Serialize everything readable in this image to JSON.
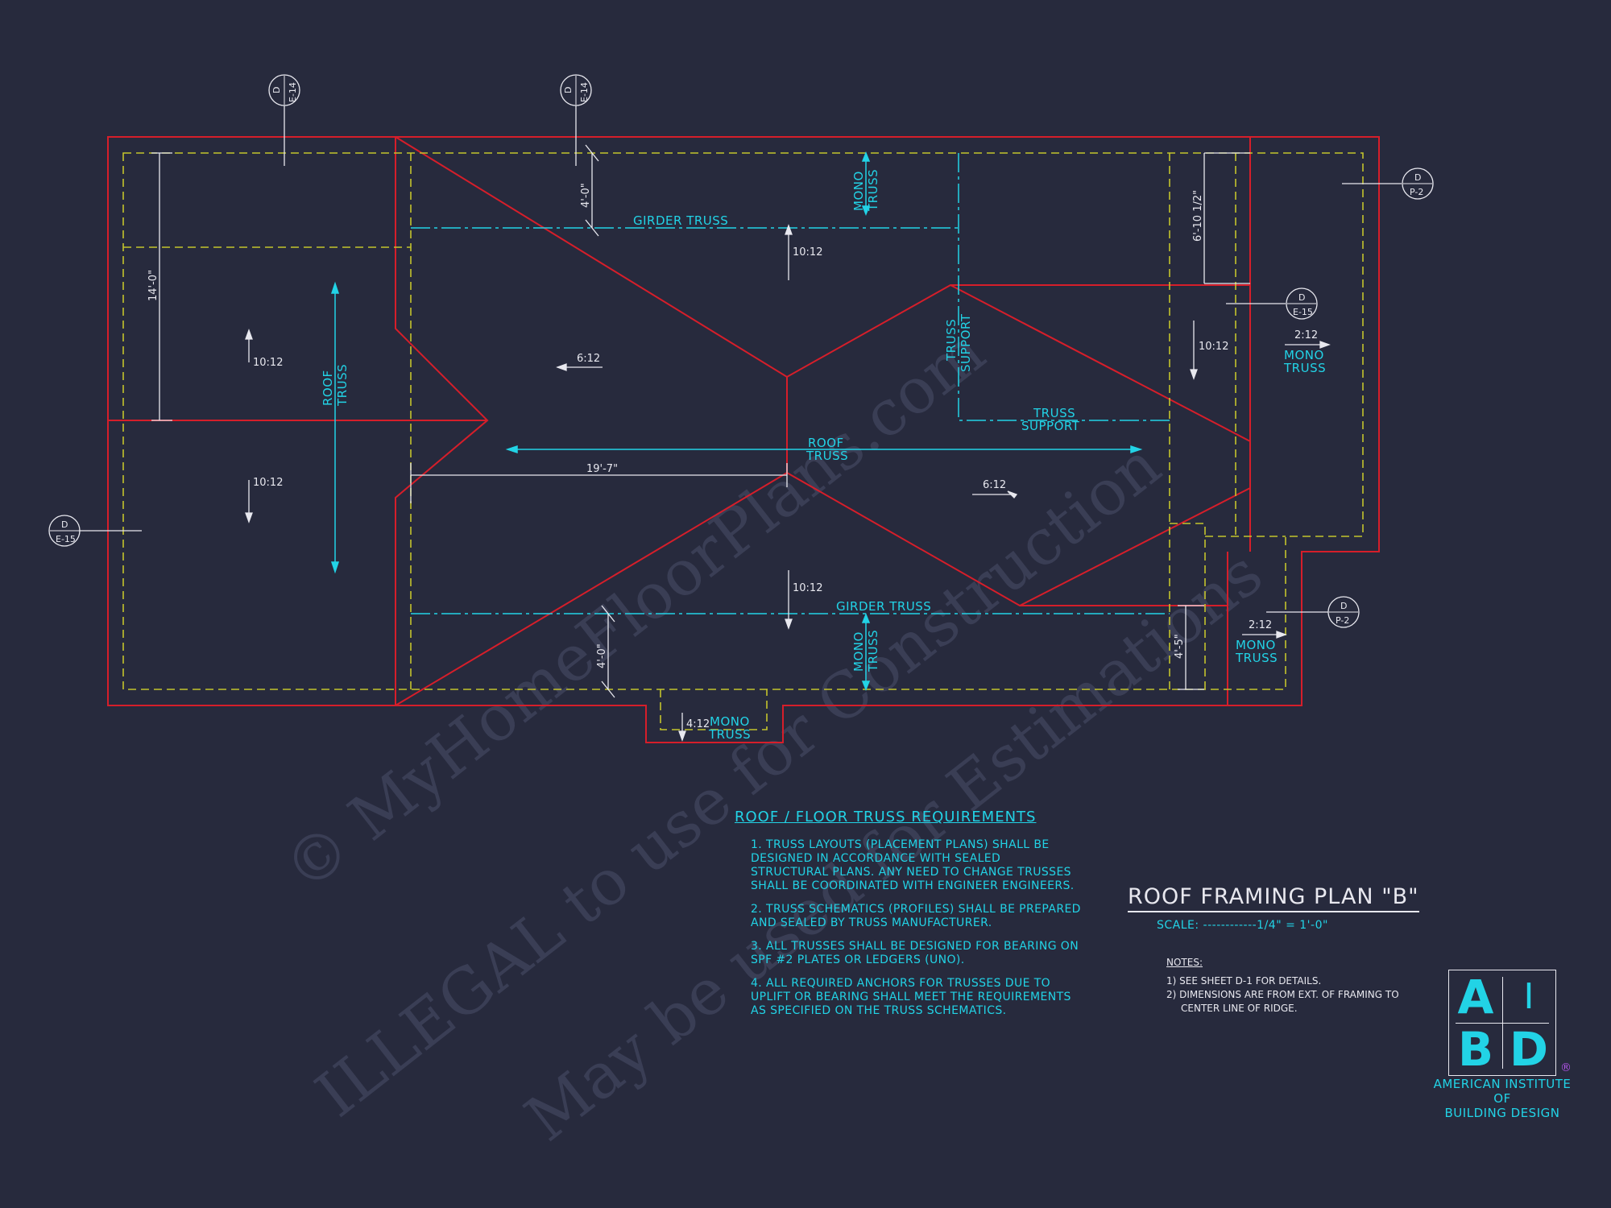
{
  "watermark": {
    "line1": "© MyHomeFloorPlans.com",
    "line2": "ILLEGAL to use for Construction",
    "line3": "May be used for Estimations"
  },
  "section_tags": [
    {
      "top": "D",
      "bottom": "E-14"
    },
    {
      "top": "D",
      "bottom": "E-14"
    },
    {
      "top": "D",
      "bottom": "P-2"
    },
    {
      "top": "D",
      "bottom": "E-15"
    },
    {
      "top": "D",
      "bottom": "E-15"
    },
    {
      "top": "D",
      "bottom": "P-2"
    }
  ],
  "labels": {
    "girder_truss_top": "GIRDER TRUSS",
    "girder_truss_bottom": "GIRDER TRUSS",
    "mono_truss_a": "MONO",
    "mono_truss_b": "TRUSS",
    "roof_truss_a": "ROOF",
    "roof_truss_b": "TRUSS",
    "truss_support_a": "TRUSS",
    "truss_support_b": "SUPPORT",
    "mono_truss_right_a": "MONO",
    "mono_truss_right_b": "TRUSS",
    "mono_truss_small_a": "MONO",
    "mono_truss_small_b": "TRUSS",
    "mono_truss_bottom_ratio": "4:12",
    "mono_truss_bottom_a": "MONO",
    "mono_truss_bottom_b": "TRUSS"
  },
  "dimensions": {
    "d_4_0_top": "4'-0\"",
    "d_4_0_bottom": "4'-0\"",
    "d_14_0": "14'-0\"",
    "d_19_7": "19'-7\"",
    "d_6_10": "6'-10 1/2\"",
    "d_4_5": "4'-5\""
  },
  "pitches": {
    "p_10_12_a": "10:12",
    "p_10_12_b": "10:12",
    "p_10_12_c": "10:12",
    "p_10_12_d": "10:12",
    "p_10_12_e": "10:12",
    "p_6_12_left": "6:12",
    "p_6_12_right": "6:12",
    "p_2_12_a": "2:12",
    "p_2_12_b": "2:12"
  },
  "requirements": {
    "title": "ROOF / FLOOR  TRUSS REQUIREMENTS",
    "items": [
      "1. Truss layouts (placement plans) shall be designed in accordance with sealed structural plans. Any need to change trusses shall be coordinated with engineer engineers.",
      "2. Truss schematics (profiles) shall be prepared and sealed by truss manufacturer.",
      "3. All trusses shall be designed for bearing on SPF #2 plates or ledgers (UNO).",
      "4. All required anchors for trusses due to uplift or bearing shall meet the requirements as specified on the truss schematics."
    ]
  },
  "title_block": {
    "title": "ROOF FRAMING PLAN \"B\"",
    "scale": "SCALE: ------------1/4\" = 1'-0\"",
    "notes_heading": "NOTES:",
    "notes": [
      "1)  SEE SHEET D-1 FOR DETAILS.",
      "2)  DIMENSIONS ARE FROM EXT. OF FRAMING TO CENTER LINE OF RIDGE."
    ]
  },
  "logo": {
    "letters": [
      "A",
      "I",
      "B",
      "D"
    ],
    "reg": "®",
    "org_line1": "AMERICAN INSTITUTE",
    "org_line2": "OF",
    "org_line3": "BUILDING DESIGN"
  },
  "colors": {
    "background": "#272a3d",
    "outline_red": "#d61e2a",
    "dashed_yellow": "#c4c42c",
    "cyan": "#22d3e6",
    "white_line": "#e8e8ef",
    "logo_reg": "#b054e8"
  }
}
